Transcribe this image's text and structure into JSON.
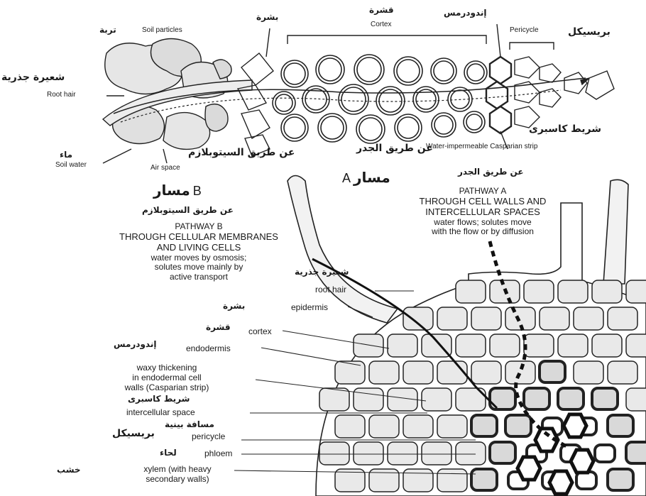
{
  "top_diagram": {
    "soil_particles_ar": "تربة",
    "soil_particles_en": "Soil particles",
    "epidermis_ar": "بشرة",
    "cortex_ar": "قشرة",
    "cortex_en": "Cortex",
    "endodermis_ar": "إندودرمس",
    "pericycle_en": "Pericycle",
    "pericycle_ar": "بريسيكل",
    "root_hair_ar": "شعيرة جذرية",
    "root_hair_en": "Root hair",
    "casparian_ar": "شريط كاسبرى",
    "casparian_en": "Water-impermeable Casparian strip",
    "apoplast_ar": "عن طريق الجدر",
    "symplast_ar": "عن طريق السيتوبلازم",
    "water_ar": "ماء",
    "soil_water_en": "Soil water",
    "air_space_en": "Air space"
  },
  "pathway_b": {
    "title_ar": "مسار",
    "title_letter": "B",
    "subtitle_ar": "عن طريق السيتوبلازم",
    "line1": "PATHWAY B",
    "line2": "THROUGH CELLULAR MEMBRANES",
    "line3": "AND LIVING CELLS",
    "line4": "water moves by osmosis;",
    "line5": "solutes move mainly by",
    "line6": "active transport"
  },
  "pathway_a": {
    "subtitle_ar": "عن طريق الجدر",
    "title_ar": "مسار",
    "title_letter": "A",
    "line1": "PATHWAY A",
    "line2": "THROUGH CELL WALLS AND",
    "line3": "INTERCELLULAR SPACES",
    "line4": "water flows; solutes move",
    "line5": "with the flow or by diffusion"
  },
  "bottom_labels": {
    "root_hair_ar": "شعيرة جذرية",
    "root_hair_en": "root hair",
    "epidermis_ar": "بشرة",
    "epidermis_en": "epidermis",
    "cortex_ar": "قشرة",
    "cortex_en": "cortex",
    "endodermis_ar": "إندودرمس",
    "endodermis_en": "endodermis",
    "waxy1": "waxy thickening",
    "waxy2": "in endodermal cell",
    "waxy3": "walls (Casparian strip)",
    "casparian_ar": "شريط كاسبرى",
    "intercellular_en": "intercellular space",
    "intercellular_ar": "مسافة بينية",
    "pericycle_ar": "بريسيكل",
    "pericycle_en": "pericycle",
    "phloem_ar": "لحاء",
    "phloem_en": "phloem",
    "xylem_ar": "خشب",
    "xylem_en1": "xylem (with heavy",
    "xylem_en2": "secondary walls)"
  }
}
